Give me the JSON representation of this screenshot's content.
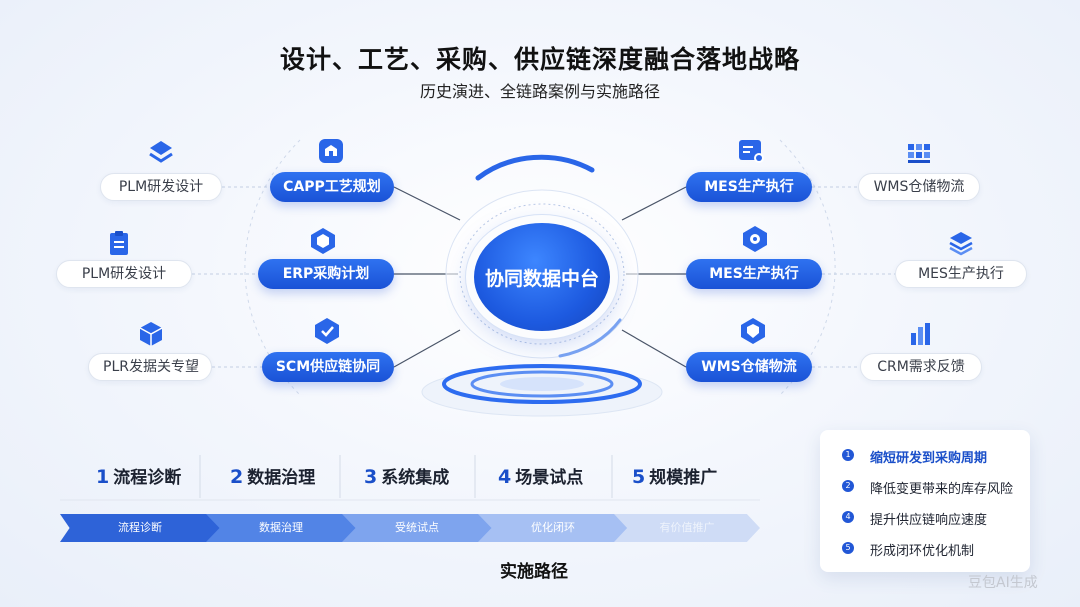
{
  "title": "设计、工艺、采购、供应链深度融合落地战略",
  "subtitle": "历史演进、全链路案例与实施路径",
  "hub": {
    "label": "协同数据中台"
  },
  "left_outer": [
    {
      "label": "PLM研发设计",
      "icon": "layers-icon"
    },
    {
      "label": "PLM研发设计",
      "icon": "clipboard-icon"
    },
    {
      "label": "PLR发据关专望",
      "icon": "cube-icon"
    }
  ],
  "left_inner": [
    {
      "label": "CAPP工艺规划",
      "icon": "house-badge-icon"
    },
    {
      "label": "ERP采购计划",
      "icon": "cube-hex-icon"
    },
    {
      "label": "SCM供应链协同",
      "icon": "shield-check-icon"
    }
  ],
  "right_inner": [
    {
      "label": "MES生产执行",
      "icon": "monitor-gear-icon"
    },
    {
      "label": "MES生产执行",
      "icon": "hex-gear-icon"
    },
    {
      "label": "WMS仓储物流",
      "icon": "shield-icon"
    }
  ],
  "right_outer": [
    {
      "label": "WMS仓储物流",
      "icon": "warehouse-grid-icon"
    },
    {
      "label": "MES生产执行",
      "icon": "stack-icon"
    },
    {
      "label": "CRM需求反馈",
      "icon": "bar-chart-icon"
    }
  ],
  "steps": [
    {
      "num": "1",
      "label": "流程诊断",
      "arrow": "流程诊断"
    },
    {
      "num": "2",
      "label": "数据治理",
      "arrow": "数据治理"
    },
    {
      "num": "3",
      "label": "系统集成",
      "arrow": "受统试点"
    },
    {
      "num": "4",
      "label": "场景试点",
      "arrow": "优化闭环"
    },
    {
      "num": "5",
      "label": "规模推广",
      "arrow": "有价值推广"
    }
  ],
  "path_title": "实施路径",
  "benefits": [
    {
      "num": "1",
      "text": "缩短研发到采购周期"
    },
    {
      "num": "2",
      "text": "降低变更带来的库存风险"
    },
    {
      "num": "4",
      "text": "提升供应链响应速度"
    },
    {
      "num": "5",
      "text": "形成闭环优化机制"
    }
  ],
  "watermark": "豆包AI生成",
  "colors": {
    "primary": "#1f5fe0",
    "dark": "#1a4fc9",
    "light": "#e9eff9"
  }
}
